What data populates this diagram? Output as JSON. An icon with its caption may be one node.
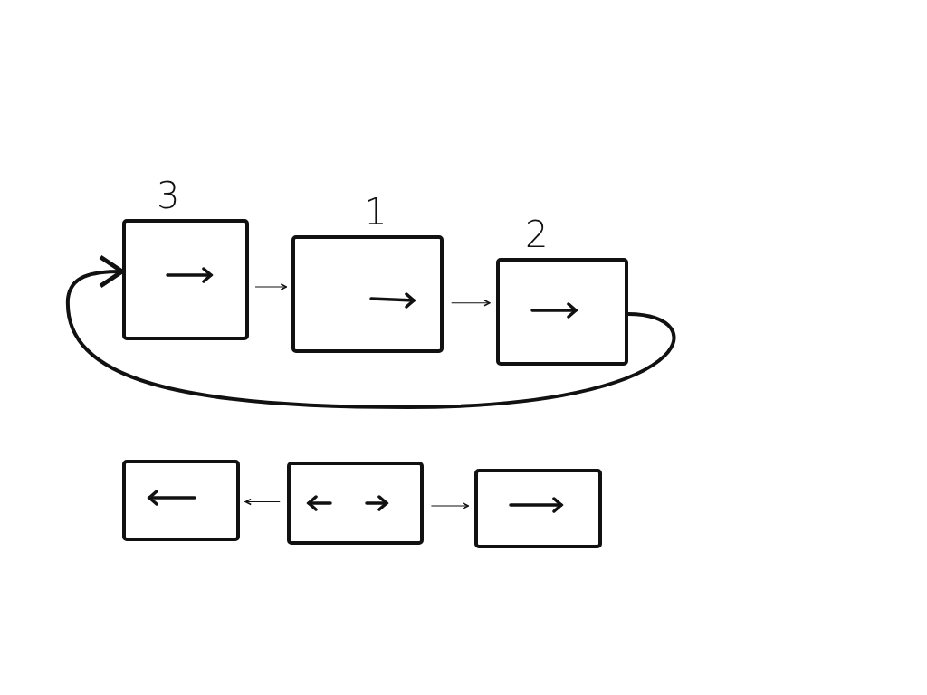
{
  "diagram": {
    "nodes": [
      {
        "text": [
          "3"
        ]
      },
      {
        "text": [
          "1"
        ]
      },
      {
        "text": [
          "2"
        ]
      },
      {
        "text": [],
        "shape": "box"
      },
      {
        "text": [],
        "shape": "box"
      },
      {
        "text": [],
        "shape": "box"
      }
    ],
    "edges": [
      {
        "from": 0,
        "to": 1,
        "arrow": "to"
      },
      {
        "from": 1,
        "to": 2,
        "arrow": "to"
      },
      {
        "from": 2,
        "to": 0,
        "arrow": "to",
        "style": "thick"
      },
      {
        "from": 4,
        "to": 3,
        "arrow": "to"
      },
      {
        "from": 4,
        "to": 5,
        "arrow": "to"
      }
    ]
  }
}
